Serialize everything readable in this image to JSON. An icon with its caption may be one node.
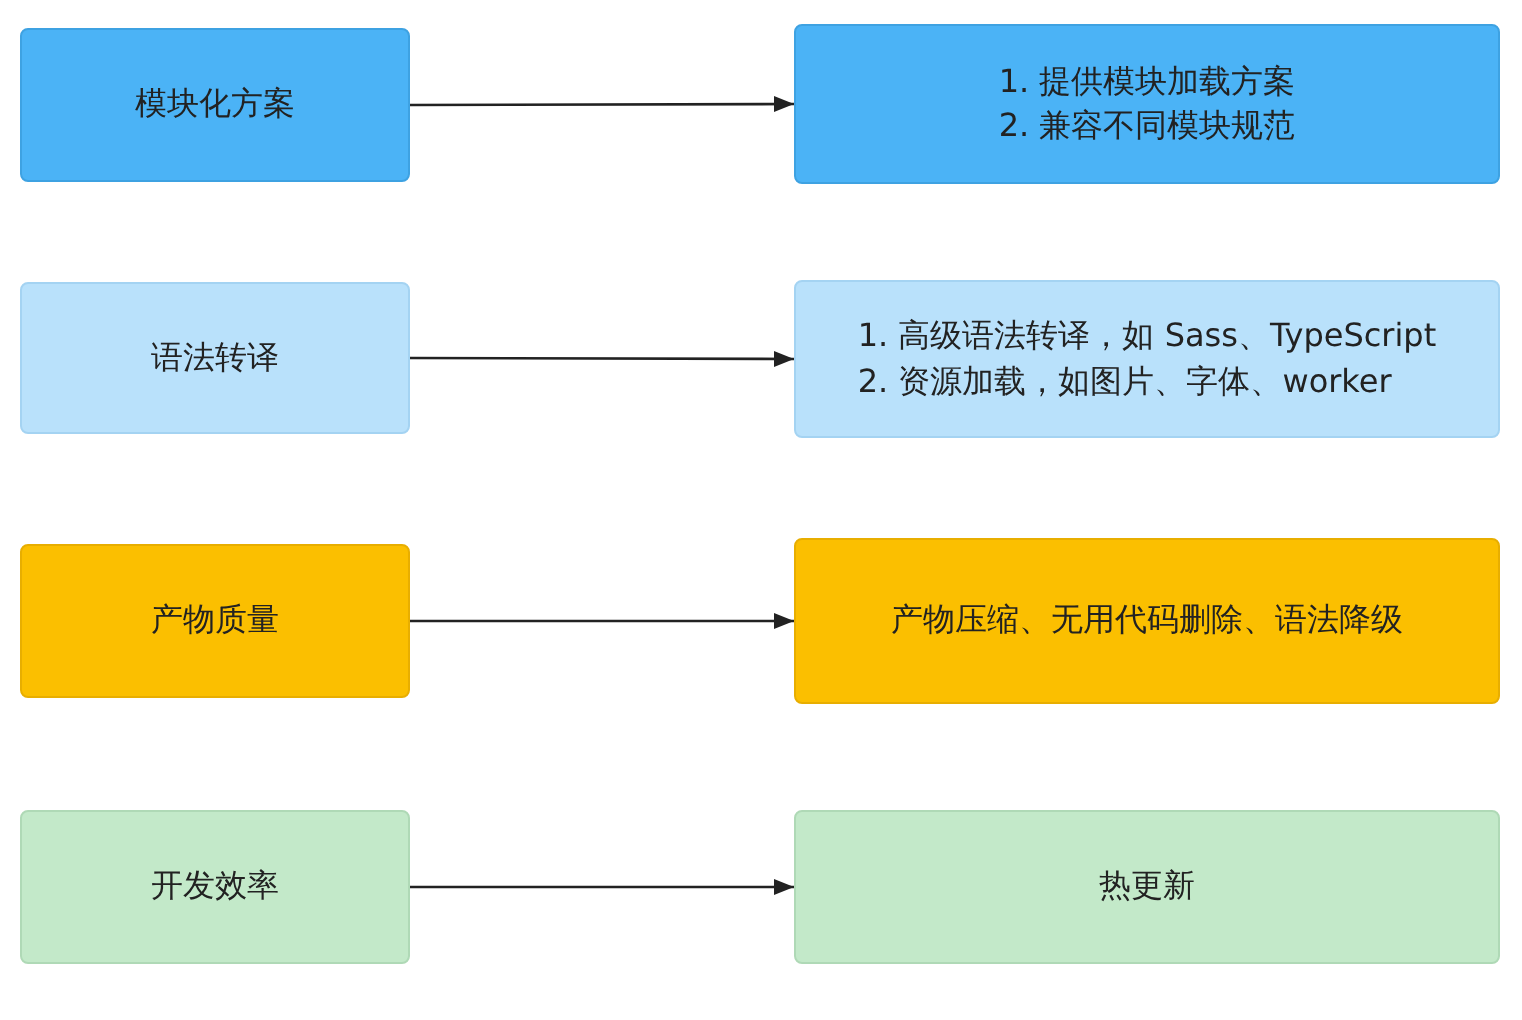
{
  "diagram": {
    "nodes": [
      {
        "text": [
          "模块化方案"
        ]
      },
      {
        "text": [
          "1. 提供模块加载方案",
          "2. 兼容不同模块规范"
        ]
      },
      {
        "text": [
          "语法转译"
        ]
      },
      {
        "text": [
          "1. 高级语法转译，如 Sass、TypeScript",
          "2. 资源加载，如图片、字体、worker"
        ]
      },
      {
        "text": [
          "产物质量"
        ]
      },
      {
        "text": [
          "产物压缩、无用代码删除、语法降级"
        ]
      },
      {
        "text": [
          "开发效率"
        ]
      },
      {
        "text": [
          "热更新"
        ]
      }
    ],
    "edges": [
      {
        "from": 0,
        "to": 1,
        "arrow": "to"
      },
      {
        "from": 2,
        "to": 3,
        "arrow": "to"
      },
      {
        "from": 4,
        "to": 5,
        "arrow": "to"
      },
      {
        "from": 6,
        "to": 7,
        "arrow": "to"
      }
    ]
  }
}
